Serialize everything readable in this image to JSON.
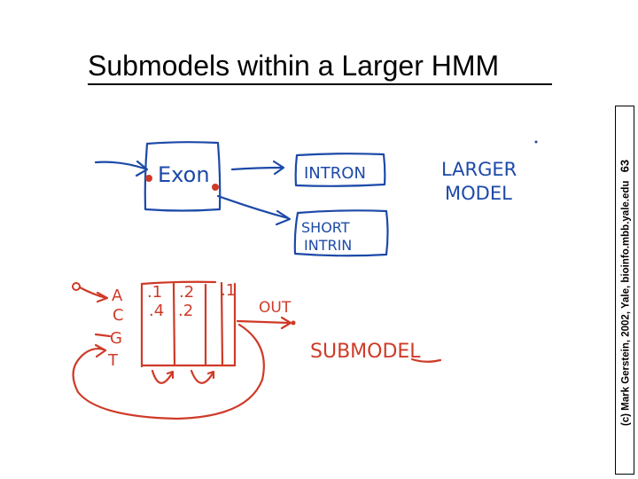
{
  "title": "Submodels within a Larger HMM",
  "side_label": {
    "copyright": "(c) Mark Gerstein, 2002, Yale, bioinfo.mbb.yale.edu",
    "page_number": "63"
  },
  "larger_model": {
    "exon": "Exon",
    "intron": "INTRON",
    "short_intron_line1": "SHORT",
    "short_intron_line2": "INTRIN",
    "label_line1": "LARGER",
    "label_line2": "MODEL"
  },
  "submodel": {
    "bases": [
      "A",
      "C",
      "G",
      "T"
    ],
    "col1": [
      ".1",
      ".4"
    ],
    "col2": [
      ".2",
      ".2"
    ],
    "col3": [
      ".1"
    ],
    "out": "OUT",
    "label": "SUBMODEL"
  },
  "colors": {
    "blue_ink": "#1d49a8",
    "red_ink": "#cf3a28"
  }
}
